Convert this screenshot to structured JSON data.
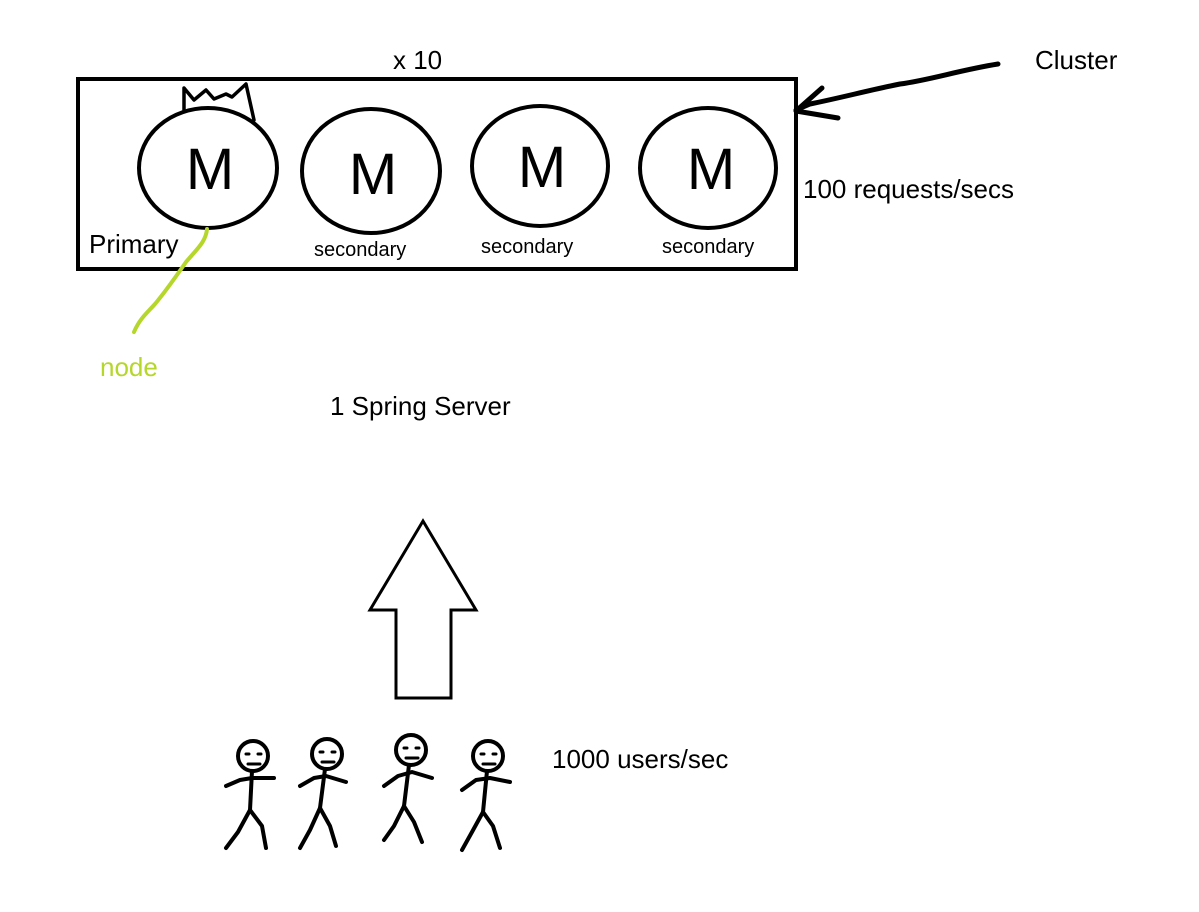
{
  "labels": {
    "replication_factor": "x 10",
    "cluster": "Cluster",
    "throughput": "100 requests/secs",
    "primary": "Primary",
    "node": "node",
    "server": "1 Spring Server",
    "users": "1000 users/sec"
  },
  "nodes": [
    {
      "letter": "M",
      "role": ""
    },
    {
      "letter": "M",
      "role": "secondary"
    },
    {
      "letter": "M",
      "role": "secondary"
    },
    {
      "letter": "M",
      "role": "secondary"
    }
  ],
  "colors": {
    "ink": "#000000",
    "node_annotation": "#b5d62b",
    "background": "#ffffff"
  },
  "icons": [
    "crown-icon",
    "arrow-up-icon",
    "stick-figure-icon"
  ]
}
